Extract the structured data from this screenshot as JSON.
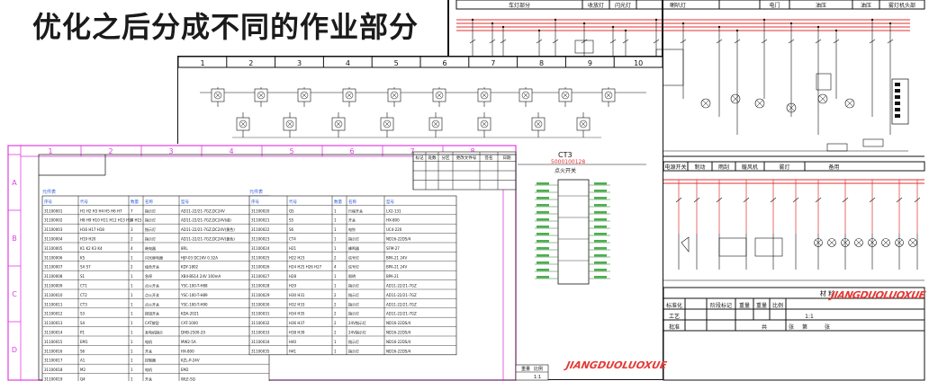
{
  "title": "优化之后分成不同的作业部分",
  "colors": {
    "pink_frame": "#e040e0",
    "red_wire": "#e03030",
    "black": "#111111",
    "watermark": "#e53935",
    "blue_text": "#2a5bd7"
  },
  "right_top": {
    "headers": [
      "车灯部分",
      "收放灯",
      "闪光灯",
      "喇叭灯",
      "",
      "电门",
      "油压",
      "油压",
      "雾灯机头部"
    ]
  },
  "right_mid": {
    "headers": [
      "电源开关",
      "制动",
      "雨刮",
      "暖风机",
      "雾灯",
      "备用"
    ]
  },
  "title_block": {
    "row1": [
      "",
      "",
      "材",
      "料"
    ],
    "row2": [
      "标准化",
      "",
      "阶段标记",
      "重量",
      "重量",
      "比例"
    ],
    "row3": [
      "工艺",
      "",
      "",
      "",
      "",
      "1:1"
    ],
    "row4": [
      "批准",
      "",
      "共",
      "张",
      "第",
      "张"
    ],
    "watermark": "JIANGDUOLUOXUE"
  },
  "middle_sheet": {
    "columns": [
      "1",
      "2",
      "3",
      "4",
      "5",
      "6",
      "7",
      "8",
      "9",
      "10"
    ]
  },
  "front_sheet": {
    "columns": [
      "1",
      "2",
      "3",
      "4",
      "5",
      "6",
      "7",
      "8"
    ],
    "rows": [
      "A",
      "B",
      "C",
      "D"
    ],
    "small_header": [
      "标记",
      "处数",
      "分区",
      "更改文件号",
      "签名",
      "日期"
    ],
    "center_label": "CT3",
    "center_code": "5000100128",
    "center_name": "点火开关",
    "left_table": {
      "caption": "元件表",
      "headers": [
        "序号",
        "代号",
        "数量",
        "名称",
        "型号"
      ],
      "rows": [
        [
          "31100001",
          "H1 H2 H3 H4 H5 H6 H7",
          "7",
          "指示灯",
          "AD11-22/21-7GZ,DC24V"
        ],
        [
          "31100002",
          "H8 H9 H10 H11 H12 H13 H14 H15",
          "8",
          "指示灯",
          "AD11-22/21-7GZ,DC24V(绿)"
        ],
        [
          "31100003",
          "H16 H17 H18",
          "3",
          "指示灯",
          "AD11-22/21-7GZ,DC24V(黄色)"
        ],
        [
          "31100004",
          "H19 H20",
          "2",
          "指示灯",
          "AD11-22/21-7GZ,DC24V(黄色)"
        ],
        [
          "31100005",
          "K1 K2 K3 K4",
          "4",
          "继电器",
          "8RL"
        ],
        [
          "31100006",
          "K5",
          "1",
          "闪光继电器",
          "HJP-03 DC24V 0.32A"
        ],
        [
          "31100007",
          "SA S7",
          "2",
          "组合开关",
          "KDY-1802"
        ],
        [
          "31100008",
          "S1",
          "1",
          "急停",
          "XB4-BS14 24V 100mA"
        ],
        [
          "31100009",
          "CT1",
          "1",
          "点火开关",
          "YSC-100-T-H88"
        ],
        [
          "31100010",
          "CT2",
          "1",
          "点火开关",
          "YSC-100-T-H89"
        ],
        [
          "31100011",
          "CT3",
          "1",
          "点火开关",
          "YSC-100-T-H90"
        ],
        [
          "31100012",
          "S3",
          "1",
          "按钮开关",
          "KDA-2021"
        ],
        [
          "31100013",
          "S4",
          "1",
          "CAT按钮",
          "CAT-1000"
        ],
        [
          "31100014",
          "P1",
          "1",
          "发电机指示",
          "DHB-2500-20"
        ],
        [
          "31100015",
          "EM1",
          "1",
          "电机",
          "MW2-5A"
        ],
        [
          "31100016",
          "S6",
          "1",
          "开关",
          "HX-800"
        ],
        [
          "31100017",
          "A1",
          "1",
          "控制器",
          "KZL-P-24V"
        ],
        [
          "31100018",
          "M2",
          "1",
          "电机",
          "EM2"
        ],
        [
          "31100019",
          "Q4",
          "1",
          "开关",
          "WLE-SQ"
        ]
      ]
    },
    "right_table": {
      "caption": "元件表",
      "headers": [
        "序号",
        "代号",
        "数量",
        "名称",
        "型号"
      ],
      "rows": [
        [
          "31100020",
          "Q5",
          "1",
          "行程开关",
          "LX2-131"
        ],
        [
          "31100021",
          "S5",
          "1",
          "开关",
          "HX-800"
        ],
        [
          "31100022",
          "S6",
          "1",
          "电铃",
          "UC4-220"
        ],
        [
          "31100023",
          "CT4",
          "1",
          "指示灯",
          "ND16-22DS/4"
        ],
        [
          "31100024",
          "H21",
          "1",
          "蜂鸣器",
          "SFM-27"
        ],
        [
          "31100025",
          "H22 H23",
          "2",
          "信号灯",
          "BPA-21 24V"
        ],
        [
          "31100026",
          "H24 H25 H26 H27",
          "4",
          "信号灯",
          "BPA-21 24V"
        ],
        [
          "31100027",
          "H28",
          "1",
          "照明",
          "BPA-21"
        ],
        [
          "31100028",
          "H29",
          "1",
          "指示灯",
          "AD11-22/21-7GZ"
        ],
        [
          "31100029",
          "H30 H31",
          "2",
          "指示灯",
          "AD11-22/21-7GZ"
        ],
        [
          "31100030",
          "H32 H33",
          "2",
          "指示灯",
          "AD11-22/21-7GZ"
        ],
        [
          "31100031",
          "H34 H35",
          "2",
          "指示灯",
          "AD11-22/21-7GZ"
        ],
        [
          "31100032",
          "H36 H37",
          "2",
          "24V指示灯",
          "ND16-22DS/4"
        ],
        [
          "31100033",
          "H38 H39",
          "2",
          "24V指示灯",
          "ND16-22DS/4"
        ],
        [
          "31100034",
          "H40",
          "1",
          "指示灯",
          "ND16-22DS/4"
        ],
        [
          "31100035",
          "H41",
          "1",
          "指示灯",
          "ND16-22DS/4"
        ]
      ]
    },
    "bottom_box": [
      "重",
      "量",
      "比例",
      "1:1"
    ],
    "watermark": "JIANGDUOLUOXUE"
  }
}
